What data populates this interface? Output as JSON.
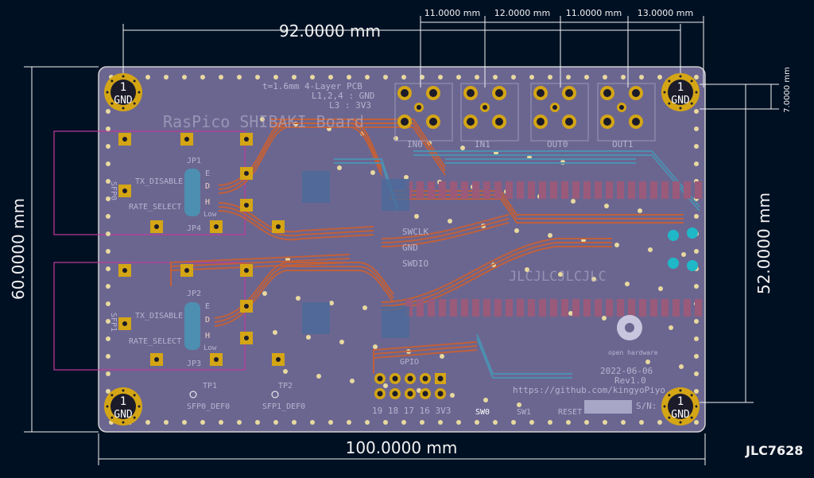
{
  "board": {
    "title_silk": "RasPico SHIBAKI Board",
    "stackup": [
      "t=1.6mm 4-Layer PCB",
      "L1,2,4 : GND",
      "L3 : 3V3"
    ],
    "date": "2022-06-06",
    "revision": "Rev1.0",
    "url": "https://github.com/kingyoPiyo",
    "serial_label": "S/N:",
    "watermark": "JLCJLCJLCJLC",
    "order_code": "JLC7628",
    "logo_text": "open hardware"
  },
  "dimensions": {
    "top_width": "92.0000 mm",
    "bottom_width": "100.0000 mm",
    "left_height": "60.0000 mm",
    "right_height": "52.0000 mm",
    "hole_offset": "7.0000 mm",
    "sma_spacing": [
      "11.0000 mm",
      "12.0000 mm",
      "11.0000 mm",
      "13.0000 mm"
    ]
  },
  "mounting_holes": {
    "pin": "1",
    "net": "GND"
  },
  "sma_connectors": [
    "IN0",
    "IN1",
    "OUT0",
    "OUT1"
  ],
  "sfp": [
    {
      "ref": "SFP0",
      "tx": "TX_DISABLE",
      "rate": "RATE_SELECT",
      "jp_top": "JP1",
      "jp_bot": "JP4",
      "e": "E",
      "d": "D",
      "h": "H",
      "low": "Low"
    },
    {
      "ref": "SFP1",
      "tx": "TX_DISABLE",
      "rate": "RATE_SELECT",
      "jp_top": "JP2",
      "jp_bot": "JP3",
      "e": "E",
      "d": "D",
      "h": "H",
      "low": "Low"
    }
  ],
  "swd_labels": [
    "SWCLK",
    "GND",
    "SWDIO"
  ],
  "testpoints": [
    {
      "ref": "TP1",
      "label": "SFP0_DEF0"
    },
    {
      "ref": "TP2",
      "label": "SFP1_DEF0"
    }
  ],
  "gpio": {
    "title": "GPIO",
    "pins": "19 18 17 16 3V3"
  },
  "switches": [
    "SW0",
    "SW1",
    "RESET"
  ],
  "colors": {
    "background": "#001023",
    "board": "#6b6690",
    "copper_front": "#c0603a",
    "copper_back": "#4d8fb0",
    "pad": "#d4a515",
    "via": "#e8d9a0",
    "dimension": "#f2f2f2",
    "edge": "#d0d0d0"
  }
}
